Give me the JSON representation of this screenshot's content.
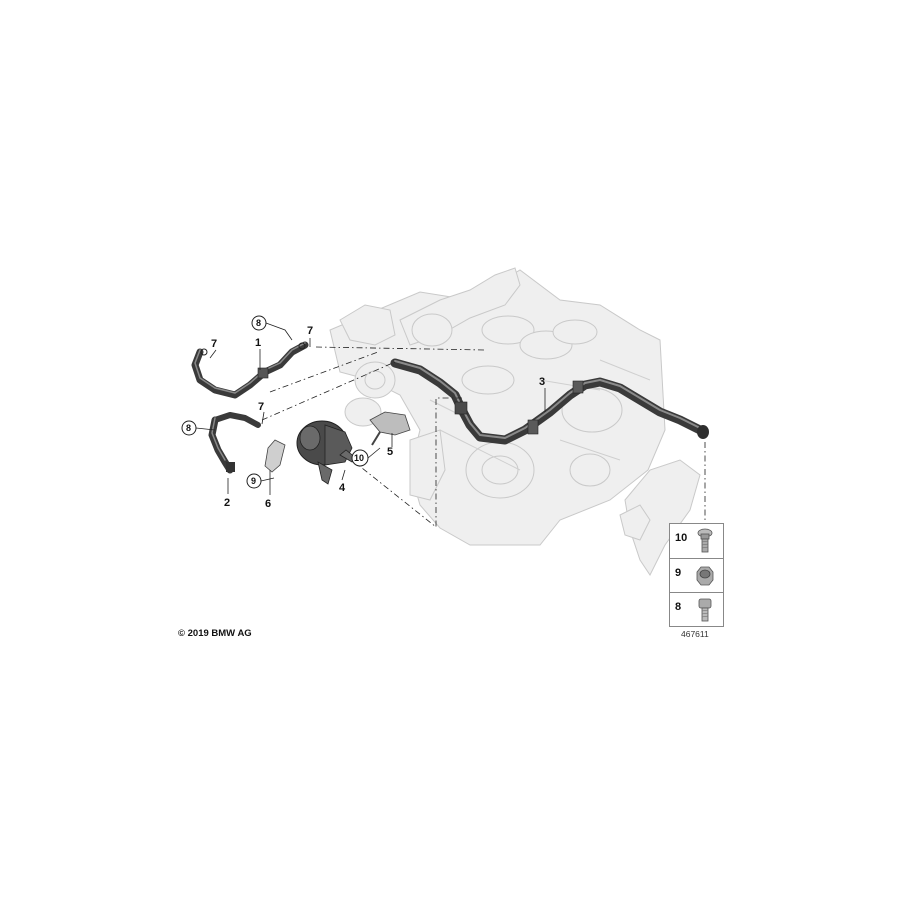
{
  "diagram": {
    "copyright": "© 2019 BMW AG",
    "document_number": "467611",
    "callouts": [
      "1",
      "2",
      "3",
      "4",
      "5",
      "6",
      "7",
      "7",
      "7",
      "8",
      "8",
      "9",
      "10"
    ],
    "legend": [
      {
        "number": "10",
        "part": "bolt-icon"
      },
      {
        "number": "9",
        "part": "nut-icon"
      },
      {
        "number": "8",
        "part": "screw-icon"
      }
    ]
  }
}
